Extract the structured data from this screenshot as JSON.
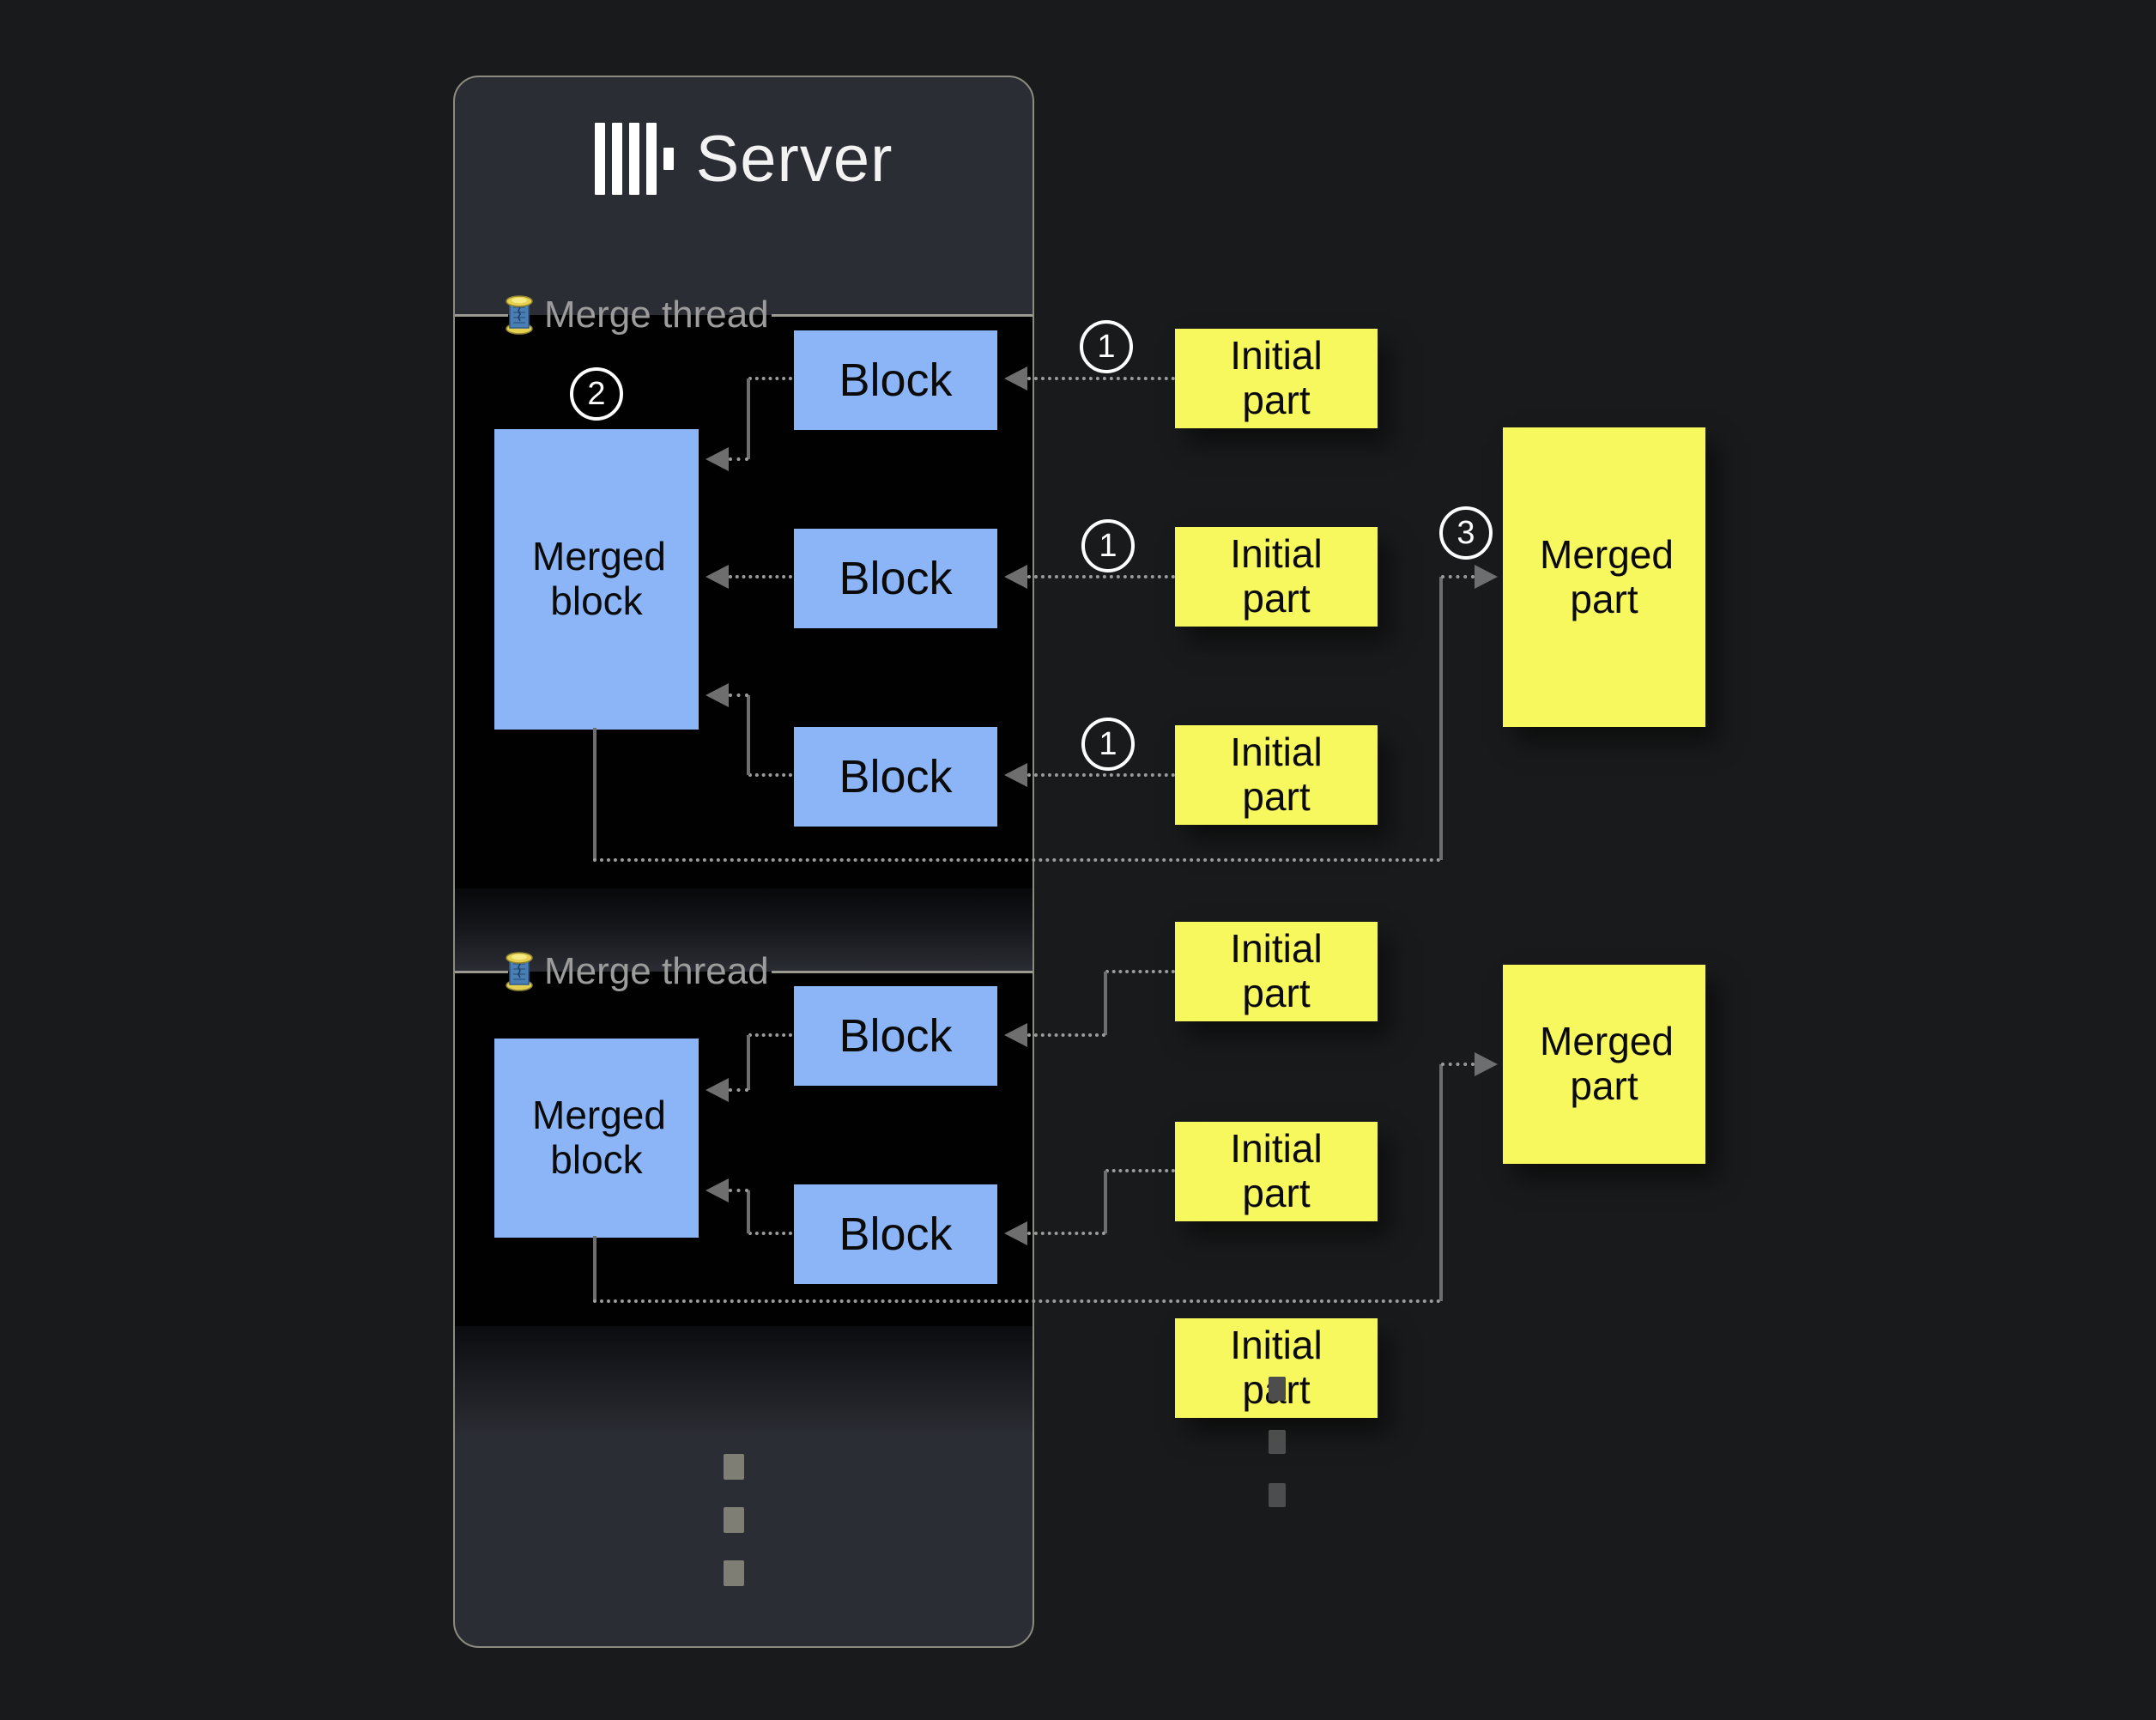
{
  "server": {
    "title": "Server",
    "logo_icon": "clickhouse-logo",
    "threads": [
      {
        "icon": "thread-spool-icon",
        "label": "Merge thread",
        "merged_block_label": "Merged block",
        "merge_step_badge": "2",
        "blocks": [
          "Block",
          "Block",
          "Block"
        ]
      },
      {
        "icon": "thread-spool-icon",
        "label": "Merge thread",
        "merged_block_label": "Merged block",
        "blocks": [
          "Block",
          "Block"
        ]
      }
    ],
    "more_content_ellipsis": "vertical-ellipsis-icon"
  },
  "parts": {
    "initial": [
      {
        "label": "Initial part",
        "badge": "1"
      },
      {
        "label": "Initial part",
        "badge": "1"
      },
      {
        "label": "Initial part",
        "badge": "1"
      },
      {
        "label": "Initial part"
      },
      {
        "label": "Initial part"
      },
      {
        "label": "Initial part"
      }
    ],
    "merged": [
      {
        "label": "Merged part",
        "badge": "3"
      },
      {
        "label": "Merged part"
      }
    ],
    "more_parts_ellipsis": "vertical-ellipsis-icon"
  },
  "palette": {
    "page_background": "#191a1b",
    "panel_background": "#2b2d34",
    "panel_border": "#8b8b7f",
    "thread_section_background": "#010101",
    "block_blue": "#8cb5f7",
    "part_yellow": "#f7f75e",
    "label_gray": "#9c9c9c",
    "connector_gray": "#9b9b9b",
    "arrowhead_gray": "#6e6e6e",
    "badge_white": "#ffffff"
  }
}
